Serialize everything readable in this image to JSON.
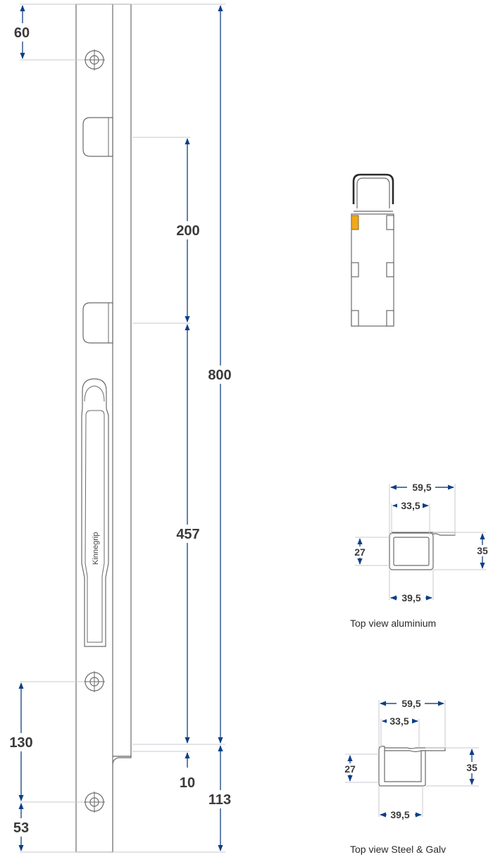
{
  "dimensions": {
    "top_offset": "60",
    "upper_spacing": "200",
    "lower_spacing": "457",
    "overall_length": "800",
    "bottom_gap": "10",
    "bottom_extension": "113",
    "hole_spacing": "130",
    "bottom_offset": "53"
  },
  "handle_brand": "Kinnegrip",
  "section_aluminium": {
    "overall_width": "59,5",
    "inner_width": "33,5",
    "bottom_width": "39,5",
    "inner_height": "27",
    "outer_height": "35",
    "caption": "Top view aluminium"
  },
  "section_steel": {
    "overall_width": "59,5",
    "inner_width": "33,5",
    "bottom_width": "39,5",
    "inner_height": "27",
    "outer_height": "35",
    "caption": "Top view Steel & Galv"
  },
  "colors": {
    "dimension_line": "#1f4e8c",
    "arrow": "#0d3f86",
    "outline": "#6a6a6a",
    "highlight": "#f0a81e"
  }
}
